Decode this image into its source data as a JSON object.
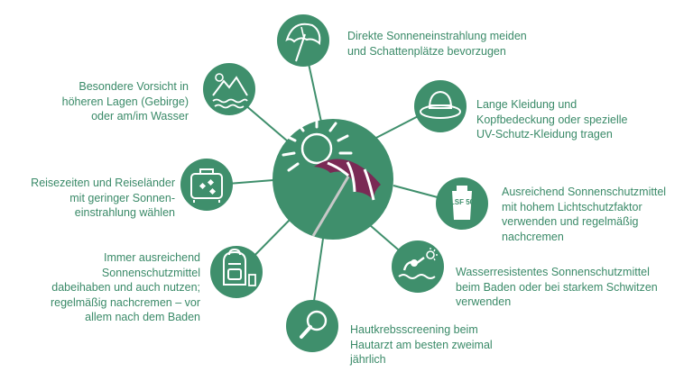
{
  "colors": {
    "accent": "#3f8f6c",
    "text": "#3a8a68",
    "umbrella": "#7a2a55",
    "white": "#ffffff"
  },
  "center": {
    "icon": "sun-umbrella-icon"
  },
  "tips": [
    {
      "id": "umbrella",
      "icon": "beach-umbrella-icon",
      "lines": [
        "Direkte Sonneneinstrahlung meiden",
        "und Schattenplätze bevorzugen"
      ]
    },
    {
      "id": "mountain",
      "icon": "mountain-water-icon",
      "lines": [
        "Besondere Vorsicht in",
        "höheren Lagen (Gebirge)",
        "oder am/im Wasser"
      ]
    },
    {
      "id": "hat",
      "icon": "hat-icon",
      "lines": [
        "Lange Kleidung und",
        "Kopfbedeckung oder spezielle",
        "UV-Schutz-Kleidung tragen"
      ]
    },
    {
      "id": "suitcase",
      "icon": "suitcase-icon",
      "lines": [
        "Reisezeiten und Reiseländer",
        "mit geringer Sonnen-",
        "einstrahlung wählen"
      ]
    },
    {
      "id": "lsf",
      "icon": "sunscreen-lsf-icon",
      "icon_text": "LSF 50",
      "lines": [
        "Ausreichend Sonnenschutzmittel",
        "mit hohem Lichtschutzfaktor",
        "verwenden und regelmäßig",
        "nachcremen"
      ]
    },
    {
      "id": "backpack",
      "icon": "backpack-icon",
      "lines": [
        "Immer ausreichend",
        "Sonnenschutzmittel",
        "dabeihaben und auch nutzen;",
        "regelmäßig nachcremen – vor",
        "allem nach dem Baden"
      ]
    },
    {
      "id": "swimmer",
      "icon": "swimmer-icon",
      "lines": [
        "Wasserresistentes Sonnenschutzmittel",
        "beim Baden oder bei starkem Schwitzen",
        "verwenden"
      ]
    },
    {
      "id": "magnifier",
      "icon": "magnifier-icon",
      "lines": [
        "Hautkrebsscreening beim",
        "Hautarzt am besten zweimal",
        "jährlich"
      ]
    }
  ]
}
